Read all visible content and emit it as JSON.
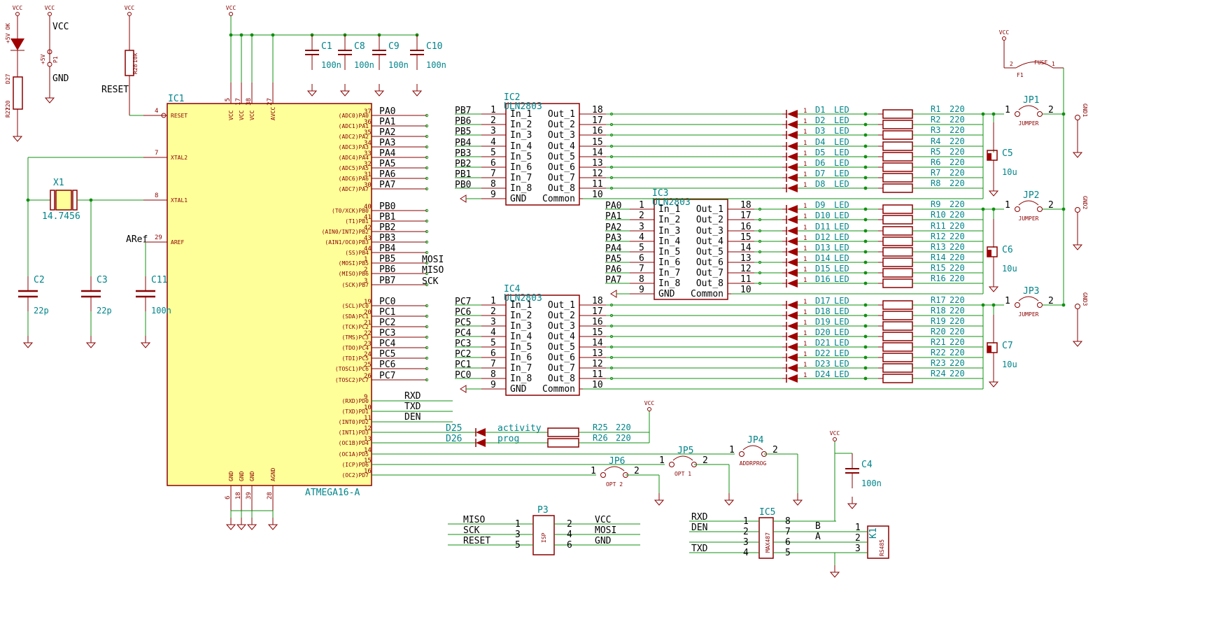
{
  "power": {
    "vcc": "VCC",
    "gnd": "GND",
    "plus5v": "+5V",
    "vcc_label": "VCC",
    "gnd_label": "GND",
    "p1": "P1",
    "reset": "RESET",
    "aref": "ARef"
  },
  "led_power": {
    "ref": "D27",
    "value": "+5V OK",
    "res_ref": "R27",
    "res_value": "220"
  },
  "reset_res": {
    "ref": "R28",
    "value": "10k"
  },
  "mcu": {
    "ref": "IC1",
    "part": "ATMEGA16-A",
    "left_pins": [
      {
        "num": "4",
        "name": "RESET"
      },
      {
        "num": "7",
        "name": "XTAL2"
      },
      {
        "num": "8",
        "name": "XTAL1"
      },
      {
        "num": "29",
        "name": "AREF"
      }
    ],
    "top_pins": [
      {
        "num": "5",
        "name": "VCC"
      },
      {
        "num": "17",
        "name": "VCC"
      },
      {
        "num": "38",
        "name": "VCC"
      },
      {
        "num": "27",
        "name": "AVCC"
      }
    ],
    "bottom_pins": [
      {
        "num": "6",
        "name": "GND"
      },
      {
        "num": "18",
        "name": "GND"
      },
      {
        "num": "39",
        "name": "GND"
      },
      {
        "num": "28",
        "name": "AGND"
      }
    ],
    "right_pins": [
      {
        "num": "37",
        "name": "(ADC0)PA0",
        "net": "PA0"
      },
      {
        "num": "36",
        "name": "(ADC1)PA1",
        "net": "PA1"
      },
      {
        "num": "35",
        "name": "(ADC2)PA2",
        "net": "PA2"
      },
      {
        "num": "34",
        "name": "(ADC3)PA3",
        "net": "PA3"
      },
      {
        "num": "33",
        "name": "(ADC4)PA4",
        "net": "PA4"
      },
      {
        "num": "32",
        "name": "(ADC5)PA5",
        "net": "PA5"
      },
      {
        "num": "31",
        "name": "(ADC6)PA6",
        "net": "PA6"
      },
      {
        "num": "30",
        "name": "(ADC7)PA7",
        "net": "PA7"
      },
      {
        "num": "40",
        "name": "(T0/XCK)PB0",
        "net": "PB0"
      },
      {
        "num": "41",
        "name": "(T1)PB1",
        "net": "PB1"
      },
      {
        "num": "42",
        "name": "(AIN0/INT2)PB2",
        "net": "PB2"
      },
      {
        "num": "43",
        "name": "(AIN1/OC0)PB3",
        "net": "PB3"
      },
      {
        "num": "44",
        "name": "(SS)PB4",
        "net": "PB4"
      },
      {
        "num": "1",
        "name": "(MOSI)PB5",
        "net": "PB5",
        "net2": "MOSI"
      },
      {
        "num": "2",
        "name": "(MISO)PB6",
        "net": "PB6",
        "net2": "MISO"
      },
      {
        "num": "3",
        "name": "(SCK)PB7",
        "net": "PB7",
        "net2": "SCK"
      },
      {
        "num": "19",
        "name": "(SCL)PC0",
        "net": "PC0"
      },
      {
        "num": "20",
        "name": "(SDA)PC1",
        "net": "PC1"
      },
      {
        "num": "21",
        "name": "(TCK)PC2",
        "net": "PC2"
      },
      {
        "num": "22",
        "name": "(TMS)PC3",
        "net": "PC3"
      },
      {
        "num": "23",
        "name": "(TDO)PC4",
        "net": "PC4"
      },
      {
        "num": "24",
        "name": "(TDI)PC5",
        "net": "PC5"
      },
      {
        "num": "25",
        "name": "(TOSC1)PC6",
        "net": "PC6"
      },
      {
        "num": "26",
        "name": "(TOSC2)PC7",
        "net": "PC7"
      },
      {
        "num": "9",
        "name": "(RXD)PD0",
        "net": "RXD"
      },
      {
        "num": "10",
        "name": "(TXD)PD1",
        "net": "TXD"
      },
      {
        "num": "11",
        "name": "(INT0)PD2",
        "net": "DEN"
      },
      {
        "num": "12",
        "name": "(INT1)PD3",
        "net": ""
      },
      {
        "num": "13",
        "name": "(OC1B)PD4",
        "net": ""
      },
      {
        "num": "14",
        "name": "(OC1A)PD5",
        "net": ""
      },
      {
        "num": "15",
        "name": "(ICP)PD6",
        "net": ""
      },
      {
        "num": "16",
        "name": "(OC2)PD7",
        "net": ""
      }
    ]
  },
  "crystal": {
    "ref": "X1",
    "value": "14.7456"
  },
  "caps": [
    {
      "ref": "C1",
      "value": "100n"
    },
    {
      "ref": "C8",
      "value": "100n"
    },
    {
      "ref": "C9",
      "value": "100n"
    },
    {
      "ref": "C10",
      "value": "100n"
    },
    {
      "ref": "C2",
      "value": "22p"
    },
    {
      "ref": "C3",
      "value": "22p"
    },
    {
      "ref": "C11",
      "value": "100n"
    },
    {
      "ref": "C4",
      "value": "100n"
    },
    {
      "ref": "C5",
      "value": "10u"
    },
    {
      "ref": "C6",
      "value": "10u"
    },
    {
      "ref": "C7",
      "value": "10u"
    }
  ],
  "drivers": [
    {
      "ref": "IC2",
      "part": "ULN2803",
      "nets": [
        "PB7",
        "PB6",
        "PB5",
        "PB4",
        "PB3",
        "PB2",
        "PB1",
        "PB0"
      ]
    },
    {
      "ref": "IC3",
      "part": "ULN2803",
      "nets": [
        "PA0",
        "PA1",
        "PA2",
        "PA3",
        "PA4",
        "PA5",
        "PA6",
        "PA7"
      ]
    },
    {
      "ref": "IC4",
      "part": "ULN2803",
      "nets": [
        "PC7",
        "PC6",
        "PC5",
        "PC4",
        "PC3",
        "PC2",
        "PC1",
        "PC0"
      ]
    }
  ],
  "uln_pins": {
    "in_names": [
      "In_1",
      "In_2",
      "In_3",
      "In_4",
      "In_5",
      "In_6",
      "In_7",
      "In_8"
    ],
    "out_names": [
      "Out_1",
      "Out_2",
      "Out_3",
      "Out_4",
      "Out_5",
      "Out_6",
      "Out_7",
      "Out_8"
    ],
    "in_nums": [
      "1",
      "2",
      "3",
      "4",
      "5",
      "6",
      "7",
      "8"
    ],
    "out_nums": [
      "18",
      "17",
      "16",
      "15",
      "14",
      "13",
      "12",
      "11"
    ],
    "gnd_name": "GND",
    "gnd_num": "9",
    "com_name": "Common",
    "com_num": "10"
  },
  "leds": [
    "D1",
    "D2",
    "D3",
    "D4",
    "D5",
    "D6",
    "D7",
    "D8",
    "D9",
    "D10",
    "D11",
    "D12",
    "D13",
    "D14",
    "D15",
    "D16",
    "D17",
    "D18",
    "D19",
    "D20",
    "D21",
    "D22",
    "D23",
    "D24"
  ],
  "led_label": "LED",
  "resistors": [
    "R1",
    "R2",
    "R3",
    "R4",
    "R5",
    "R6",
    "R7",
    "R8",
    "R9",
    "R10",
    "R11",
    "R12",
    "R13",
    "R14",
    "R15",
    "R16",
    "R17",
    "R18",
    "R19",
    "R20",
    "R21",
    "R22",
    "R23",
    "R24"
  ],
  "res_value": "220",
  "jumpers": [
    {
      "ref": "JP1",
      "value": "JUMPER"
    },
    {
      "ref": "JP2",
      "value": "JUMPER"
    },
    {
      "ref": "JP3",
      "value": "JUMPER"
    },
    {
      "ref": "JP4",
      "value": "ADDRPROG"
    },
    {
      "ref": "JP5",
      "value": "OPT 1"
    },
    {
      "ref": "JP6",
      "value": "OPT 2"
    }
  ],
  "fuse": {
    "ref": "F1",
    "value": "FUSE"
  },
  "gnd_terms": [
    "GND1",
    "GND2",
    "GND3"
  ],
  "status_leds": [
    {
      "ref": "D25",
      "label": "activity",
      "res": "R25",
      "value": "220"
    },
    {
      "ref": "D26",
      "label": "prog",
      "res": "R26",
      "value": "220"
    }
  ],
  "isp": {
    "ref": "P3",
    "value": "ISP",
    "left": [
      {
        "num": "1",
        "net": "MISO"
      },
      {
        "num": "3",
        "net": "SCK"
      },
      {
        "num": "5",
        "net": "RESET"
      }
    ],
    "right": [
      {
        "num": "2",
        "net": "VCC"
      },
      {
        "num": "4",
        "net": "MOSI"
      },
      {
        "num": "6",
        "net": "GND"
      }
    ]
  },
  "rs485": {
    "ref": "IC5",
    "part": "MAX487",
    "left": [
      {
        "num": "1",
        "net": "RXD"
      },
      {
        "num": "2",
        "net": "DEN"
      },
      {
        "num": "3",
        "net": ""
      },
      {
        "num": "4",
        "net": "TXD"
      }
    ],
    "right": [
      {
        "num": "8",
        "net": ""
      },
      {
        "num": "7",
        "net": "B"
      },
      {
        "num": "6",
        "net": "A"
      },
      {
        "num": "5",
        "net": ""
      }
    ],
    "conn_ref": "K1",
    "conn_value": "RS485",
    "conn_pins": [
      "1",
      "2",
      "3"
    ]
  }
}
